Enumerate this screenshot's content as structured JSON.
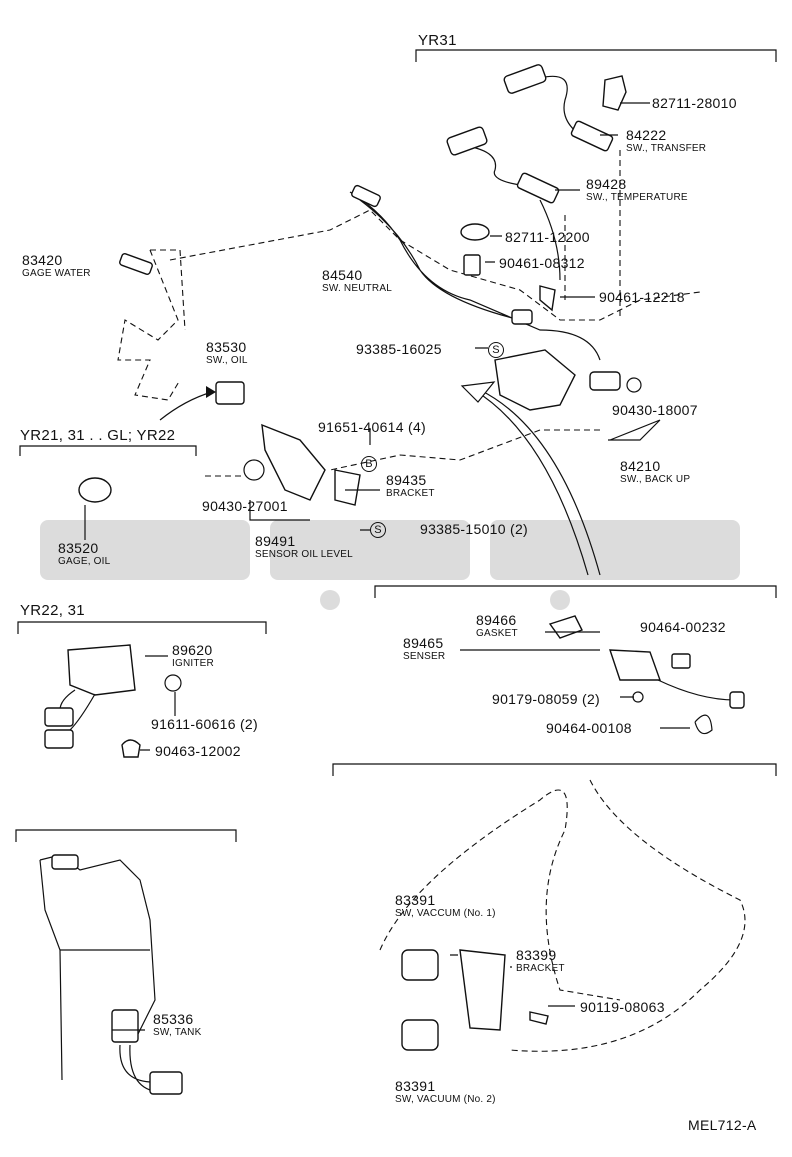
{
  "sections": {
    "yr31": "YR31",
    "yr21": "YR21, 31 . . GL; YR22",
    "yr22": "YR22, 31"
  },
  "parts": [
    {
      "num": "82711-28010",
      "name": ""
    },
    {
      "num": "84222",
      "name": "SW., TRANSFER"
    },
    {
      "num": "89428",
      "name": "SW., TEMPERATURE"
    },
    {
      "num": "82711-12200",
      "name": ""
    },
    {
      "num": "90461-08312",
      "name": ""
    },
    {
      "num": "90461-12218",
      "name": ""
    },
    {
      "num": "83420",
      "name": "GAGE WATER"
    },
    {
      "num": "84540",
      "name": "SW. NEUTRAL"
    },
    {
      "num": "93385-16025",
      "name": ""
    },
    {
      "num": "83530",
      "name": "SW., OIL"
    },
    {
      "num": "91651-40614 (4)",
      "name": ""
    },
    {
      "num": "90430-18007",
      "name": ""
    },
    {
      "num": "84210",
      "name": "SW., BACK UP"
    },
    {
      "num": "89435",
      "name": "BRACKET"
    },
    {
      "num": "90430-27001",
      "name": ""
    },
    {
      "num": "93385-15010 (2)",
      "name": ""
    },
    {
      "num": "89491",
      "name": "SENSOR OIL LEVEL"
    },
    {
      "num": "83520",
      "name": "GAGE, OIL"
    },
    {
      "num": "89466",
      "name": "GASKET"
    },
    {
      "num": "89465",
      "name": "SENSER"
    },
    {
      "num": "90464-00232",
      "name": ""
    },
    {
      "num": "90179-08059 (2)",
      "name": ""
    },
    {
      "num": "90464-00108",
      "name": ""
    },
    {
      "num": "89620",
      "name": "IGNITER"
    },
    {
      "num": "91611-60616 (2)",
      "name": ""
    },
    {
      "num": "90463-12002",
      "name": ""
    },
    {
      "num": "83391",
      "name": "SW, VACCUM (No. 1)"
    },
    {
      "num": "83399",
      "name": "BRACKET"
    },
    {
      "num": "90119-08063",
      "name": ""
    },
    {
      "num": "85336",
      "name": "SW, TANK"
    },
    {
      "num": "83391",
      "name": "SW, VACUUM (No. 2)"
    }
  ],
  "symbols": {
    "s": "S",
    "b": "B"
  },
  "figure_code": "MEL712-A"
}
